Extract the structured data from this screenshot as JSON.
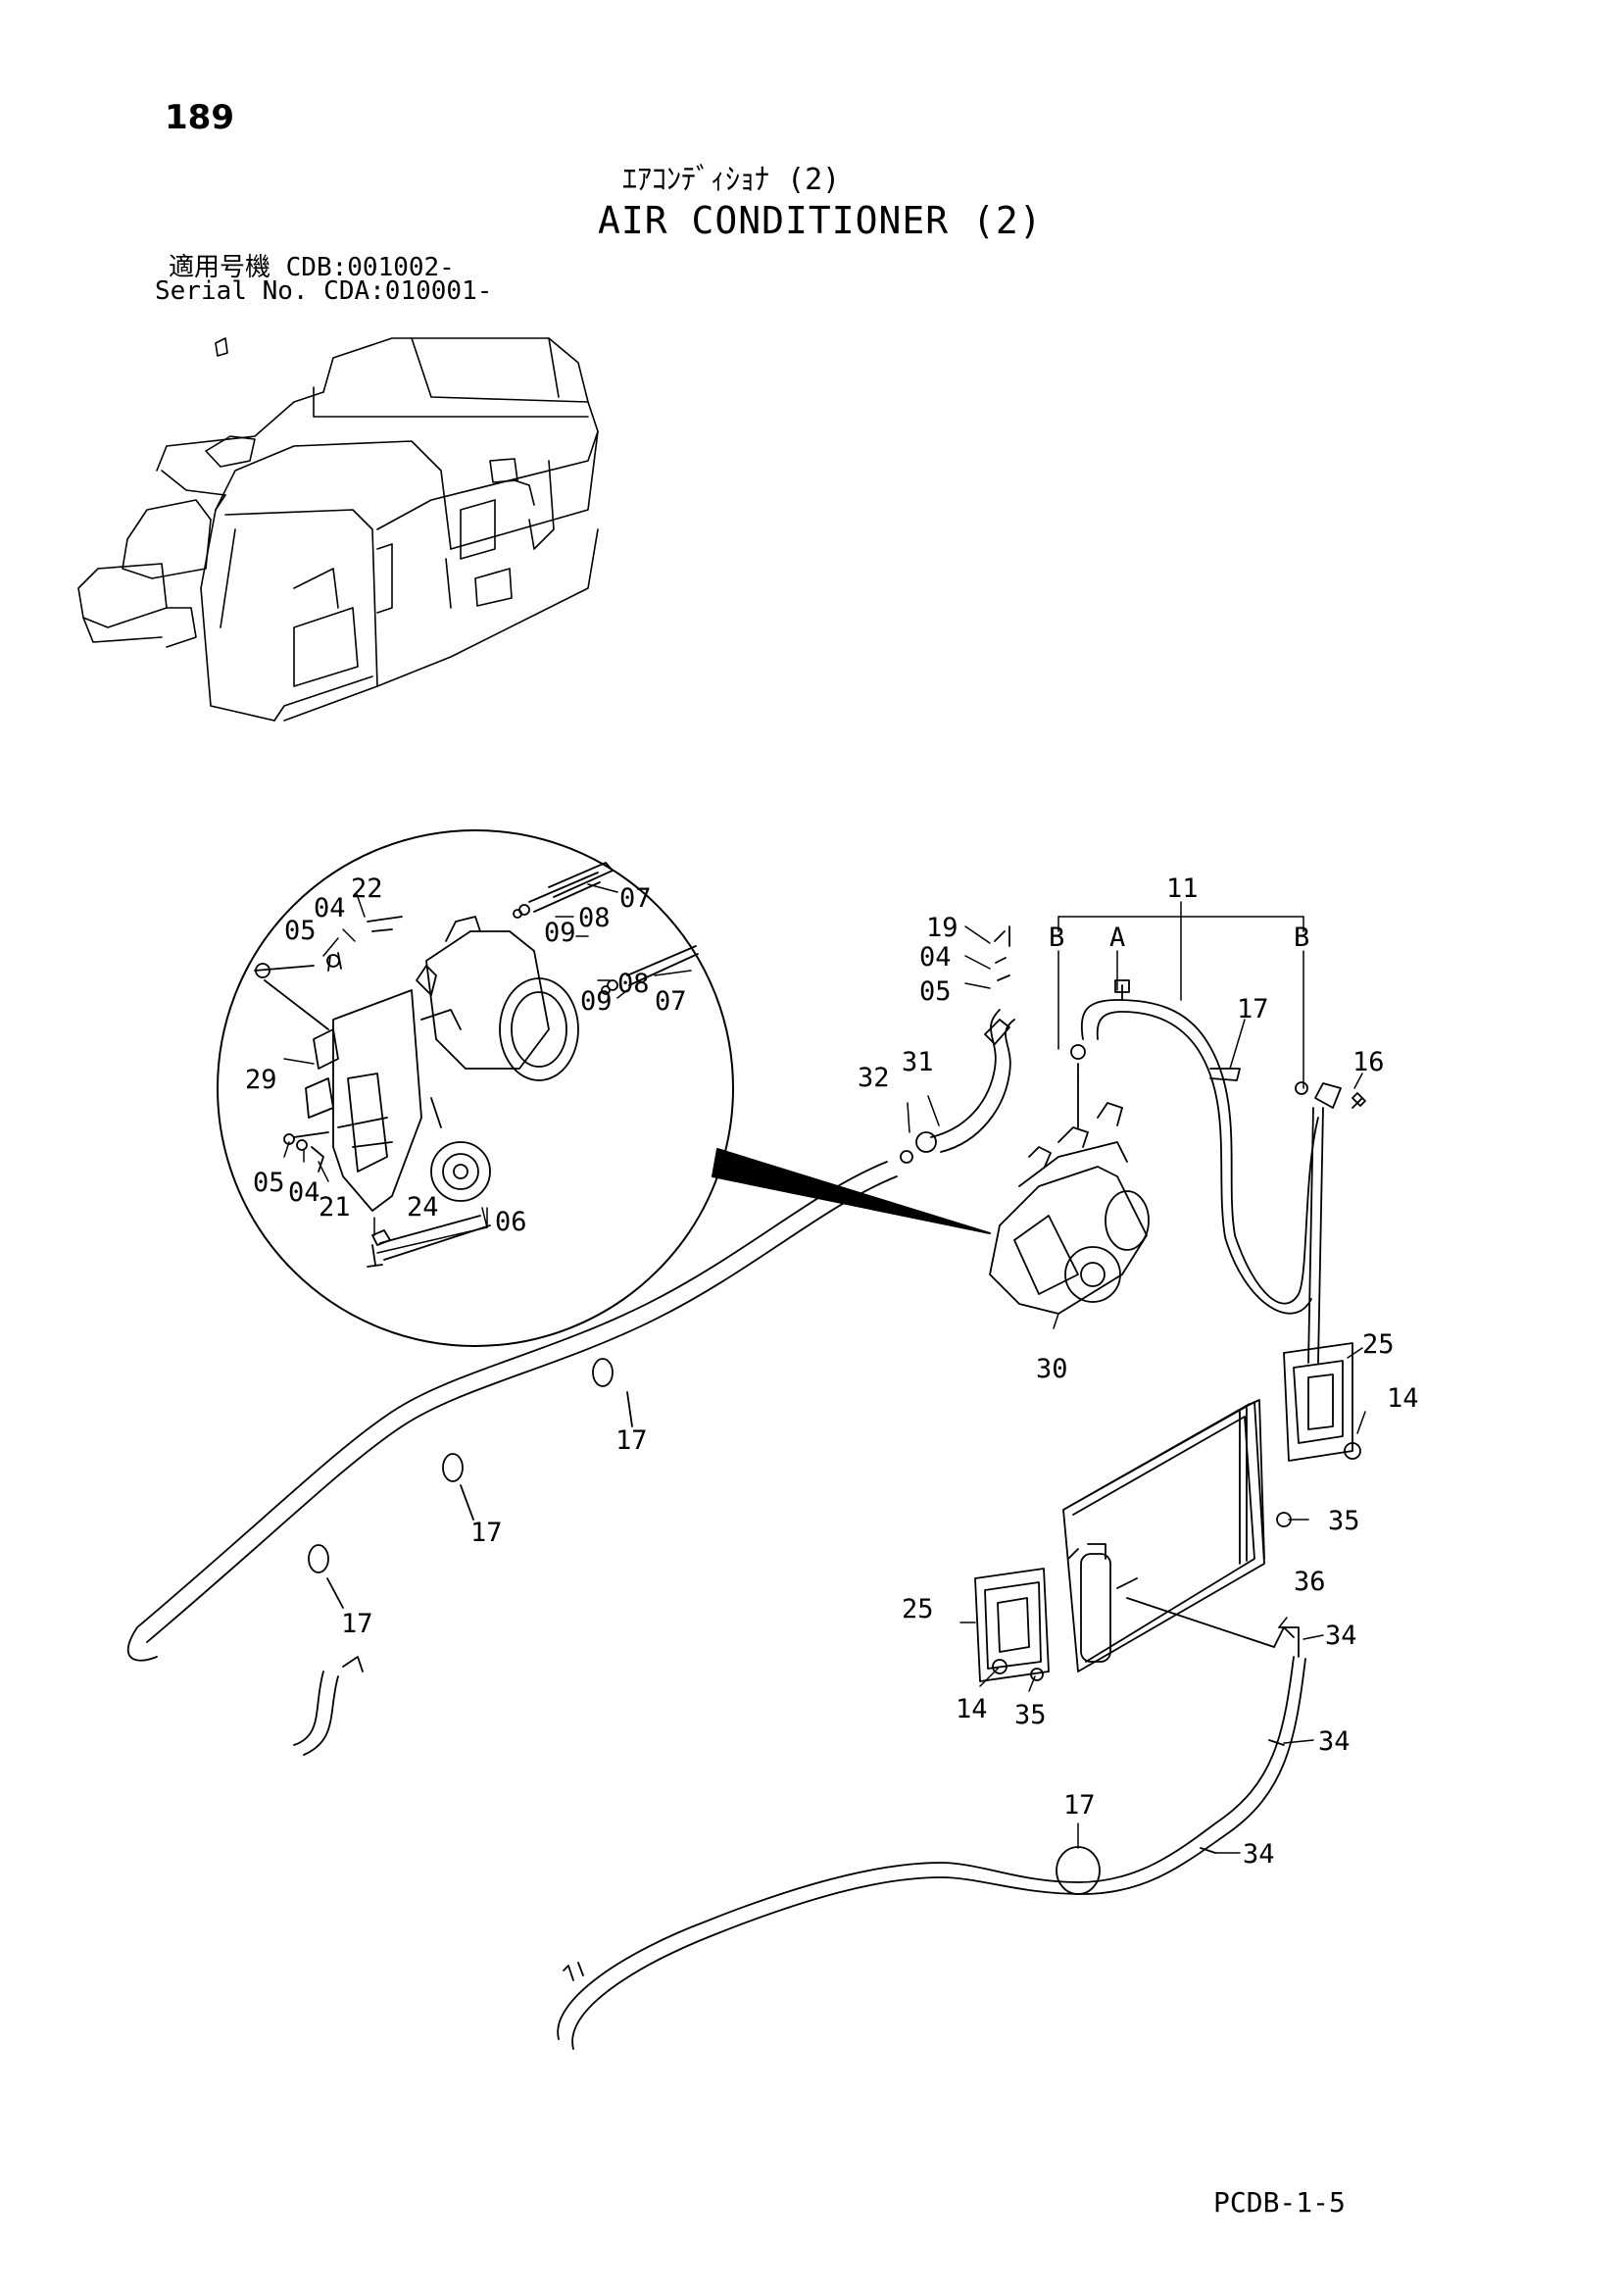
{
  "header": {
    "page_number": "189",
    "title_jp": "ｴｱｺﾝﾃﾞｨｼｮﾅ (2)",
    "title_en": "AIR CONDITIONER (2)",
    "applicability_line": "適用号機 CDB:001002-",
    "serial_line": "Serial No. CDA:010001-"
  },
  "footer": {
    "page_code": "PCDB-1-5"
  },
  "callouts": {
    "c22": "22",
    "c04a": "04",
    "c05a": "05",
    "c09a": "09",
    "c08a": "08",
    "c07a": "07",
    "c09b": "09",
    "c08b": "08",
    "c07b": "07",
    "c29": "29",
    "c05b": "05",
    "c04b": "04",
    "c21": "21",
    "c24": "24",
    "c06": "06",
    "c19": "19",
    "c04c": "04",
    "c05c": "05",
    "c32": "32",
    "c31": "31",
    "c30": "30",
    "c11": "11",
    "cB1": "B",
    "cA": "A",
    "cB2": "B",
    "c17a": "17",
    "c16": "16",
    "c25a": "25",
    "c14a": "14",
    "c35a": "35",
    "c36": "36",
    "c34a": "34",
    "c25b": "25",
    "c14b": "14",
    "c35b": "35",
    "c34b": "34",
    "c34c": "34",
    "c17b": "17",
    "c17c": "17",
    "c17d": "17",
    "c17e": "17"
  }
}
